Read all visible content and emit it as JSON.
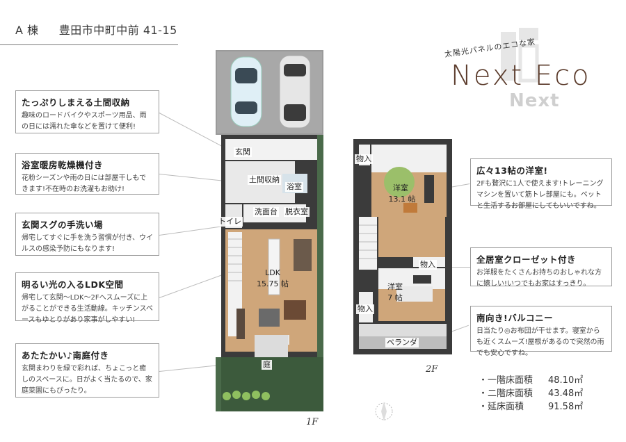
{
  "header": {
    "building": "A 棟",
    "address": "豊田市中町中前 41-15"
  },
  "logo": {
    "tagline": "太陽光パネルのエコな家",
    "main": "Next Eco",
    "sub": "Next"
  },
  "features_left": [
    {
      "title": "たっぷりしまえる土間収納",
      "body": "趣味のロードバイクやスポーツ用品、雨の日には濡れた傘などを置けて便利!"
    },
    {
      "title": "浴室暖房乾燥機付き",
      "body": "花粉シーズンや雨の日には部屋干しもできます!不在時のお洗濯もお助け!"
    },
    {
      "title": "玄関スグの手洗い場",
      "body": "帰宅してすぐに手を洗う習慣が付き、ウイルスの感染予防にもなります!"
    },
    {
      "title": "明るい光の入るLDK空間",
      "body": "帰宅して玄関～LDK～2Fへスムーズに上がることができる生活動線。キッチンスペースもゆとりがあり家事がしやすい!"
    },
    {
      "title": "あたたかい♪南庭付き",
      "body": "玄関まわりを緑で彩れば、ちょこっと癒しのスペースに。日がよく当たるので、家庭菜園にもぴったり。"
    }
  ],
  "features_right": [
    {
      "title": "広々13帖の洋室!",
      "body": "2Fも贅沢に1人で使えます!トレーニングマシンを置いて筋トレ部屋にも。ペットと生活するお部屋にしてもいいですね。"
    },
    {
      "title": "全居室クローゼット付き",
      "body": "お洋服をたくさんお持ちのおしゃれな方に嬉しい!いつでもお家はすっきり。"
    },
    {
      "title": "南向き!バルコニー",
      "body": "日当たり◎お布団が干せます。寝室からも近くスムーズ!屋根があるので突然の雨でも安心ですね。"
    }
  ],
  "floor1": {
    "tag": "1F",
    "rooms": {
      "entrance": "玄関",
      "storage": "土間収納",
      "bath": "浴室",
      "toilet": "トイレ",
      "washstand": "洗面台",
      "dressing": "脱衣室",
      "ldk": "LDK",
      "ldk_size": "15.75 帖",
      "garden": "庭"
    }
  },
  "floor2": {
    "tag": "2F",
    "rooms": {
      "closet": "物入",
      "western1": "洋室",
      "western1_size": "13.1 帖",
      "western2": "洋室",
      "western2_size": "7 帖",
      "veranda": "ベランダ"
    }
  },
  "areas": [
    {
      "label": "・一階床面積",
      "value": "48.10㎡"
    },
    {
      "label": "・二階床面積",
      "value": "43.48㎡"
    },
    {
      "label": "・延床面積",
      "value": "91.58㎡"
    }
  ]
}
